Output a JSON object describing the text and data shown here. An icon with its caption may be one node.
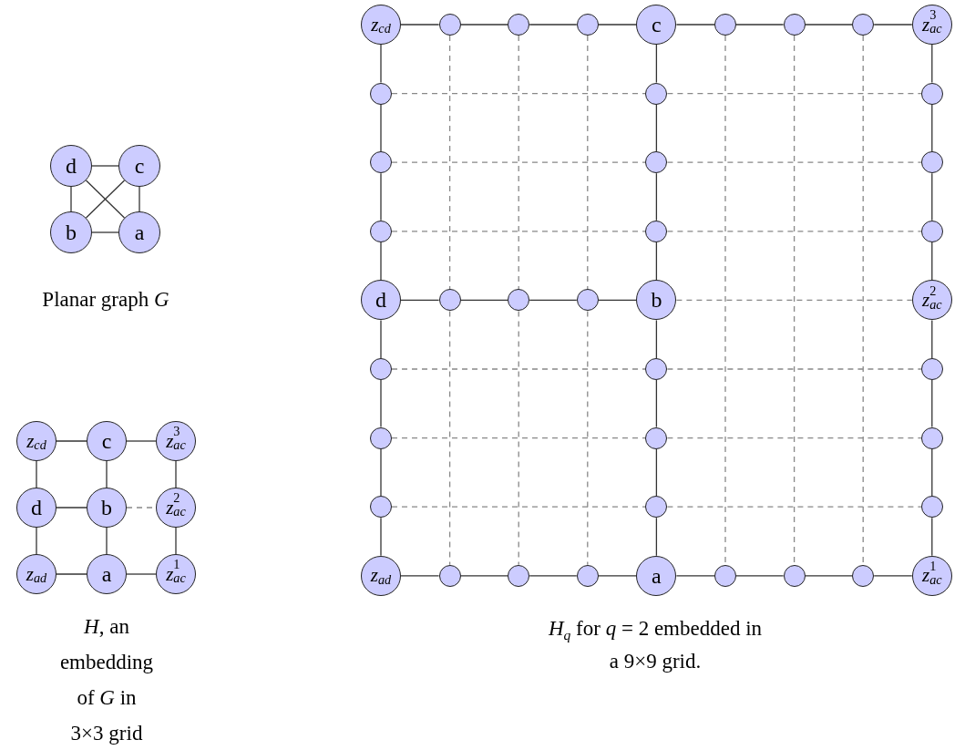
{
  "diagram": {
    "nodes": [
      {
        "text": [
          "d"
        ]
      },
      {
        "text": [
          "c"
        ]
      },
      {
        "text": [
          "b"
        ]
      },
      {
        "text": [
          "a"
        ]
      },
      {
        "text": [
          "*z*$_{cd}$"
        ]
      },
      {
        "text": [
          "c"
        ]
      },
      {
        "text": [
          "*z*$^{3}$$_{ac}$"
        ]
      },
      {
        "text": [
          "d"
        ]
      },
      {
        "text": [
          "b"
        ]
      },
      {
        "text": [
          "*z*$^{2}$$_{ac}$"
        ]
      },
      {
        "text": [
          "*z*$_{ad}$"
        ]
      },
      {
        "text": [
          "a"
        ]
      },
      {
        "text": [
          "*z*$^{1}$$_{ac}$"
        ]
      },
      {
        "text": [
          "*z*$_{cd}$"
        ]
      },
      {
        "text": [],
        "shape": "circle"
      },
      {
        "text": [],
        "shape": "circle"
      },
      {
        "text": [],
        "shape": "circle"
      },
      {
        "text": [
          "c"
        ]
      },
      {
        "text": [],
        "shape": "circle"
      },
      {
        "text": [],
        "shape": "circle"
      },
      {
        "text": [],
        "shape": "circle"
      },
      {
        "text": [
          "*z*$^{3}$$_{ac}$"
        ]
      },
      {
        "text": [],
        "shape": "circle"
      },
      {
        "text": [],
        "shape": "circle"
      },
      {
        "text": [],
        "shape": "circle"
      },
      {
        "text": [],
        "shape": "circle"
      },
      {
        "text": [],
        "shape": "circle"
      },
      {
        "text": [],
        "shape": "circle"
      },
      {
        "text": [],
        "shape": "circle"
      },
      {
        "text": [],
        "shape": "circle"
      },
      {
        "text": [],
        "shape": "circle"
      },
      {
        "text": [
          "d"
        ]
      },
      {
        "text": [],
        "shape": "circle"
      },
      {
        "text": [],
        "shape": "circle"
      },
      {
        "text": [],
        "shape": "circle"
      },
      {
        "text": [
          "b"
        ]
      },
      {
        "text": [
          "*z*$^{2}$$_{ac}$"
        ]
      },
      {
        "text": [],
        "shape": "circle"
      },
      {
        "text": [],
        "shape": "circle"
      },
      {
        "text": [],
        "shape": "circle"
      },
      {
        "text": [],
        "shape": "circle"
      },
      {
        "text": [],
        "shape": "circle"
      },
      {
        "text": [],
        "shape": "circle"
      },
      {
        "text": [],
        "shape": "circle"
      },
      {
        "text": [],
        "shape": "circle"
      },
      {
        "text": [],
        "shape": "circle"
      },
      {
        "text": [
          "*z*$_{ad}$"
        ]
      },
      {
        "text": [],
        "shape": "circle"
      },
      {
        "text": [],
        "shape": "circle"
      },
      {
        "text": [],
        "shape": "circle"
      },
      {
        "text": [
          "a"
        ]
      },
      {
        "text": [],
        "shape": "circle"
      },
      {
        "text": [],
        "shape": "circle"
      },
      {
        "text": [],
        "shape": "circle"
      },
      {
        "text": [
          "*z*$^{1}$$_{ac}$"
        ]
      }
    ],
    "edges": [
      {
        "from": 0,
        "to": 1,
        "arrow": "none"
      },
      {
        "from": 0,
        "to": 2,
        "arrow": "none"
      },
      {
        "from": 1,
        "to": 3,
        "arrow": "none"
      },
      {
        "from": 2,
        "to": 3,
        "arrow": "none"
      },
      {
        "from": 0,
        "to": 3,
        "arrow": "none"
      },
      {
        "from": 1,
        "to": 2,
        "arrow": "none"
      },
      {
        "from": 4,
        "to": 5,
        "arrow": "none"
      },
      {
        "from": 5,
        "to": 6,
        "arrow": "none"
      },
      {
        "from": 4,
        "to": 7,
        "arrow": "none"
      },
      {
        "from": 5,
        "to": 8,
        "arrow": "none"
      },
      {
        "from": 6,
        "to": 9,
        "arrow": "none"
      },
      {
        "from": 7,
        "to": 8,
        "arrow": "none"
      },
      {
        "from": 8,
        "to": 9,
        "arrow": "none",
        "style": "dashed",
        "color": "#888888"
      },
      {
        "from": 7,
        "to": 10,
        "arrow": "none"
      },
      {
        "from": 8,
        "to": 11,
        "arrow": "none"
      },
      {
        "from": 9,
        "to": 12,
        "arrow": "none"
      },
      {
        "from": 10,
        "to": 11,
        "arrow": "none"
      },
      {
        "from": 11,
        "to": 12,
        "arrow": "none"
      },
      {
        "from": 13,
        "to": 14,
        "arrow": "none"
      },
      {
        "from": 14,
        "to": 15,
        "arrow": "none"
      },
      {
        "from": 15,
        "to": 16,
        "arrow": "none"
      },
      {
        "from": 16,
        "to": 17,
        "arrow": "none"
      },
      {
        "from": 17,
        "to": 18,
        "arrow": "none"
      },
      {
        "from": 18,
        "to": 19,
        "arrow": "none"
      },
      {
        "from": 19,
        "to": 20,
        "arrow": "none"
      },
      {
        "from": 20,
        "to": 21,
        "arrow": "none"
      },
      {
        "from": 13,
        "to": 22,
        "arrow": "none"
      },
      {
        "from": 22,
        "to": 25,
        "arrow": "none"
      },
      {
        "from": 25,
        "to": 28,
        "arrow": "none"
      },
      {
        "from": 28,
        "to": 31,
        "arrow": "none"
      },
      {
        "from": 31,
        "to": 37,
        "arrow": "none"
      },
      {
        "from": 37,
        "to": 40,
        "arrow": "none"
      },
      {
        "from": 40,
        "to": 43,
        "arrow": "none"
      },
      {
        "from": 43,
        "to": 46,
        "arrow": "none"
      },
      {
        "from": 17,
        "to": 23,
        "arrow": "none"
      },
      {
        "from": 23,
        "to": 26,
        "arrow": "none"
      },
      {
        "from": 26,
        "to": 29,
        "arrow": "none"
      },
      {
        "from": 29,
        "to": 35,
        "arrow": "none"
      },
      {
        "from": 35,
        "to": 38,
        "arrow": "none"
      },
      {
        "from": 38,
        "to": 41,
        "arrow": "none"
      },
      {
        "from": 41,
        "to": 44,
        "arrow": "none"
      },
      {
        "from": 44,
        "to": 50,
        "arrow": "none"
      },
      {
        "from": 21,
        "to": 24,
        "arrow": "none"
      },
      {
        "from": 24,
        "to": 27,
        "arrow": "none"
      },
      {
        "from": 27,
        "to": 30,
        "arrow": "none"
      },
      {
        "from": 30,
        "to": 36,
        "arrow": "none"
      },
      {
        "from": 36,
        "to": 39,
        "arrow": "none"
      },
      {
        "from": 39,
        "to": 42,
        "arrow": "none"
      },
      {
        "from": 42,
        "to": 45,
        "arrow": "none"
      },
      {
        "from": 45,
        "to": 54,
        "arrow": "none"
      },
      {
        "from": 31,
        "to": 32,
        "arrow": "none"
      },
      {
        "from": 32,
        "to": 33,
        "arrow": "none"
      },
      {
        "from": 33,
        "to": 34,
        "arrow": "none"
      },
      {
        "from": 34,
        "to": 35,
        "arrow": "none"
      },
      {
        "from": 46,
        "to": 47,
        "arrow": "none"
      },
      {
        "from": 47,
        "to": 48,
        "arrow": "none"
      },
      {
        "from": 48,
        "to": 49,
        "arrow": "none"
      },
      {
        "from": 49,
        "to": 50,
        "arrow": "none"
      },
      {
        "from": 50,
        "to": 51,
        "arrow": "none"
      },
      {
        "from": 51,
        "to": 52,
        "arrow": "none"
      },
      {
        "from": 52,
        "to": 53,
        "arrow": "none"
      },
      {
        "from": 53,
        "to": 54,
        "arrow": "none"
      },
      {
        "from": 22,
        "to": 23,
        "arrow": "none",
        "style": "dashed",
        "color": "#888888"
      },
      {
        "from": 23,
        "to": 24,
        "arrow": "none",
        "style": "dashed",
        "color": "#888888"
      },
      {
        "from": 25,
        "to": 26,
        "arrow": "none",
        "style": "dashed",
        "color": "#888888"
      },
      {
        "from": 26,
        "to": 27,
        "arrow": "none",
        "style": "dashed",
        "color": "#888888"
      },
      {
        "from": 28,
        "to": 29,
        "arrow": "none",
        "style": "dashed",
        "color": "#888888"
      },
      {
        "from": 29,
        "to": 30,
        "arrow": "none",
        "style": "dashed",
        "color": "#888888"
      },
      {
        "from": 35,
        "to": 36,
        "arrow": "none",
        "style": "dashed",
        "color": "#888888"
      },
      {
        "from": 37,
        "to": 38,
        "arrow": "none",
        "style": "dashed",
        "color": "#888888"
      },
      {
        "from": 38,
        "to": 39,
        "arrow": "none",
        "style": "dashed",
        "color": "#888888"
      },
      {
        "from": 40,
        "to": 41,
        "arrow": "none",
        "style": "dashed",
        "color": "#888888"
      },
      {
        "from": 41,
        "to": 42,
        "arrow": "none",
        "style": "dashed",
        "color": "#888888"
      },
      {
        "from": 43,
        "to": 44,
        "arrow": "none",
        "style": "dashed",
        "color": "#888888"
      },
      {
        "from": 44,
        "to": 45,
        "arrow": "none",
        "style": "dashed",
        "color": "#888888"
      },
      {
        "from": 14,
        "to": 32,
        "arrow": "none",
        "style": "dashed",
        "color": "#888888"
      },
      {
        "from": 32,
        "to": 47,
        "arrow": "none",
        "style": "dashed",
        "color": "#888888"
      },
      {
        "from": 15,
        "to": 33,
        "arrow": "none",
        "style": "dashed",
        "color": "#888888"
      },
      {
        "from": 33,
        "to": 48,
        "arrow": "none",
        "style": "dashed",
        "color": "#888888"
      },
      {
        "from": 16,
        "to": 34,
        "arrow": "none",
        "style": "dashed",
        "color": "#888888"
      },
      {
        "from": 34,
        "to": 49,
        "arrow": "none",
        "style": "dashed",
        "color": "#888888"
      },
      {
        "from": 18,
        "to": 51,
        "arrow": "none",
        "style": "dashed",
        "color": "#888888"
      },
      {
        "from": 19,
        "to": 52,
        "arrow": "none",
        "style": "dashed",
        "color": "#888888"
      },
      {
        "from": 20,
        "to": 53,
        "arrow": "none",
        "style": "dashed",
        "color": "#888888"
      }
    ],
    "labels": [
      "Planar graph *G*",
      "*H*, an embedding of *G* in 3×3 grid",
      "*H*$_{q}$ for *q* = 2 embedded in a 9×9 grid."
    ]
  }
}
